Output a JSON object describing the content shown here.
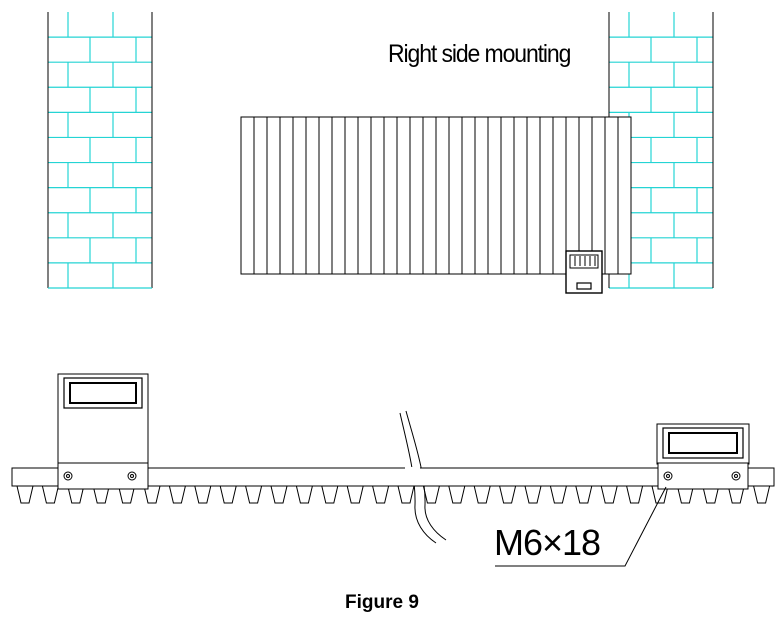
{
  "diagram": {
    "title": "Right side mounting",
    "bolt_label": "M6×18",
    "caption": "Figure 9"
  },
  "colors": {
    "brick_lines": "#25d4d4",
    "outline": "#000000",
    "background": "#ffffff"
  },
  "parts": {
    "walls": [
      "left-brick-pillar",
      "right-brick-pillar"
    ],
    "gate": "sliding-gate-leaf",
    "motor": "gate-motor",
    "rack": "gear-rack",
    "brackets": [
      "left-rack-bracket",
      "right-rack-bracket"
    ],
    "cable": "power-cable"
  }
}
